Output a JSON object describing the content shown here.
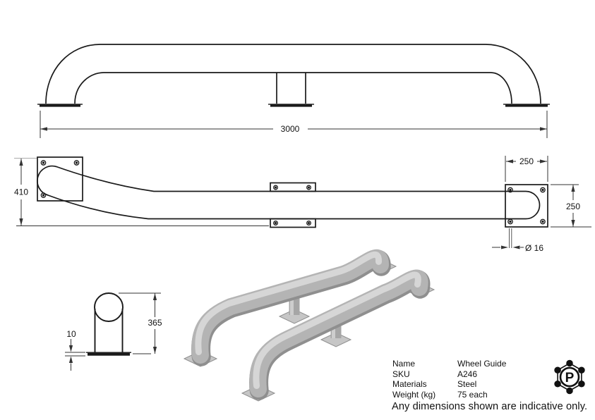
{
  "product_drawing": {
    "dimensions": {
      "overall_length": "3000",
      "overall_width": "410",
      "end_plate_width": "250",
      "end_plate_height": "250",
      "hole_diameter": "Ø 16",
      "base_plate_thickness": "10",
      "guide_height": "365"
    }
  },
  "spec": {
    "rows": [
      {
        "label": "Name",
        "value": "Wheel Guide"
      },
      {
        "label": "SKU",
        "value": "A246"
      },
      {
        "label": "Materials",
        "value": "Steel"
      },
      {
        "label": "Weight (kg)",
        "value": "75 each"
      }
    ]
  },
  "note": {
    "text": "Any dimensions shown are indicative only."
  },
  "logo": {
    "letter": "P"
  },
  "colors": {
    "line": "#1a1a1a",
    "dim_line": "#333333",
    "metal": "#b4b4b4",
    "metal_highlight": "#d6d6d6",
    "metal_shadow": "#8f8f8f",
    "plate_fill": "#c6c6c6"
  }
}
